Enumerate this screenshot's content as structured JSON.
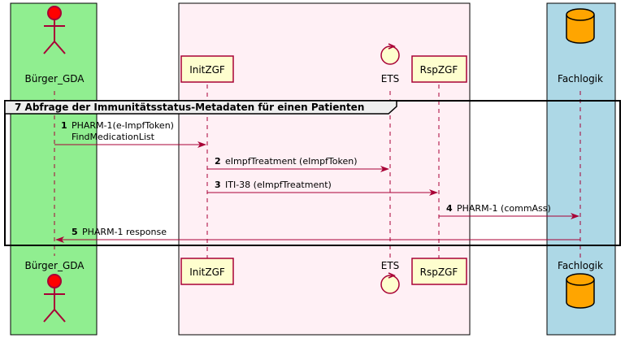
{
  "boxes": [
    {
      "id": "box-buerger",
      "color": "#90ee90"
    },
    {
      "id": "box-middle",
      "color": "#fff0f5"
    },
    {
      "id": "box-fachlogik",
      "color": "#add8e6"
    }
  ],
  "participants": {
    "buerger": {
      "label": "Bürger_GDA",
      "kind": "actor",
      "color": "#ff0000"
    },
    "initzgf": {
      "label": "InitZGF",
      "kind": "participant",
      "color": "#fefece"
    },
    "ets": {
      "label": "ETS",
      "kind": "control",
      "color": "#fefece"
    },
    "rspzgf": {
      "label": "RspZGF",
      "kind": "participant",
      "color": "#fefece"
    },
    "fachlogik": {
      "label": "Fachlogik",
      "kind": "database",
      "color": "#ffa500"
    }
  },
  "group": {
    "label": "7 Abfrage der Immunitätsstatus-Metadaten für einen Patienten"
  },
  "messages": [
    {
      "num": "1",
      "lines": [
        "PHARM-1(e-ImpfToken)",
        "FindMedicationList"
      ],
      "from": "buerger",
      "to": "initzgf"
    },
    {
      "num": "2",
      "lines": [
        "eImpfTreatment (eImpfToken)"
      ],
      "from": "initzgf",
      "to": "ets"
    },
    {
      "num": "3",
      "lines": [
        "ITI-38 (eImpfTreatment)"
      ],
      "from": "initzgf",
      "to": "rspzgf"
    },
    {
      "num": "4",
      "lines": [
        "PHARM-1 (commAss)"
      ],
      "from": "rspzgf",
      "to": "fachlogik"
    },
    {
      "num": "5",
      "lines": [
        "PHARM-1 response"
      ],
      "from": "fachlogik",
      "to": "buerger"
    }
  ],
  "colors": {
    "arrow": "#a80036",
    "lifeline": "#a80036",
    "participant_border": "#a80036"
  }
}
